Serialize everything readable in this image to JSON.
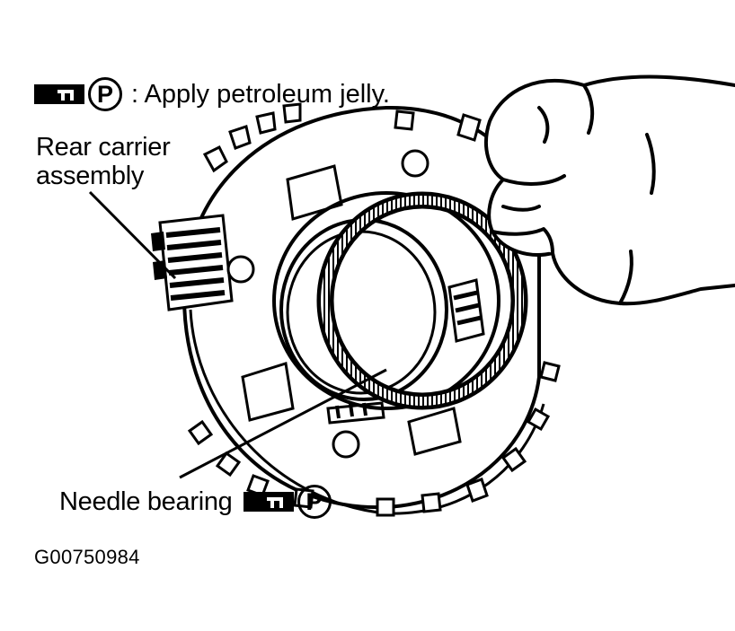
{
  "legend": {
    "symbol_letter": "P",
    "text": ": Apply petroleum jelly."
  },
  "labels": {
    "rear_carrier_line1": "Rear carrier",
    "rear_carrier_line2": "assembly",
    "needle_bearing": "Needle bearing",
    "needle_bearing_symbol_letter": "P"
  },
  "figure_code": "G00750984",
  "icons": {
    "grease_gun": "grease-applicator-icon",
    "petroleum_jelly": "circled-p-icon"
  },
  "colors": {
    "ink": "#000000",
    "paper": "#ffffff"
  }
}
